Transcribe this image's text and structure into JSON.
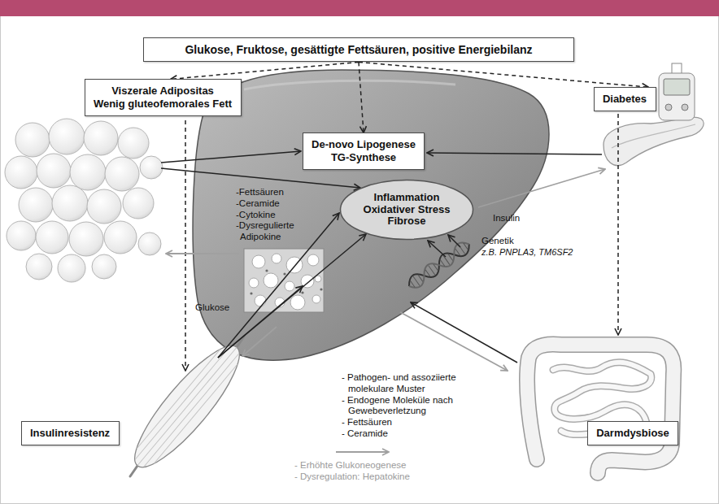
{
  "diagram": {
    "nodes": [
      {
        "text": [
          "Glukose, Fruktose, gesättigte Fettsäuren, positive Energiebilanz"
        ]
      },
      {
        "text": [
          "Viszerale Adipositas",
          "Wenig gluteofemorales Fett"
        ]
      },
      {
        "text": [
          "Diabetes"
        ]
      },
      {
        "text": [
          "De-novo Lipogenese",
          "TG-Synthese"
        ]
      },
      {
        "text": [
          "Inflammation",
          "Oxidativer Stress",
          "Fibrose"
        ]
      },
      {
        "text": [
          "Insulinresistenz"
        ]
      },
      {
        "text": [
          "Darmdysbiose"
        ]
      }
    ],
    "edges": [
      {
        "from": 0,
        "to": 1,
        "arrow": "to"
      },
      {
        "from": 0,
        "to": 3,
        "arrow": "to"
      },
      {
        "from": 0,
        "to": 2,
        "arrow": "to"
      }
    ],
    "labels": [
      "-Fettsäuren",
      "-Ceramide",
      "-Cytokine",
      "-Dysregulierte Adipokine",
      "Insulin",
      "Genetik",
      "z.B. PNPLA3, TM6SF2",
      "Glukose",
      "- Pathogen- und assoziierte molekulare Muster",
      "- Endogene Moleküle nach Gewebeverletzung",
      "- Fettsäuren",
      "- Ceramide"
    ],
    "legend": [
      {
        "text": "- Erhöhte Glukoneogenese"
      },
      {
        "text": "- Dysregulation: Hepatokine"
      }
    ]
  }
}
